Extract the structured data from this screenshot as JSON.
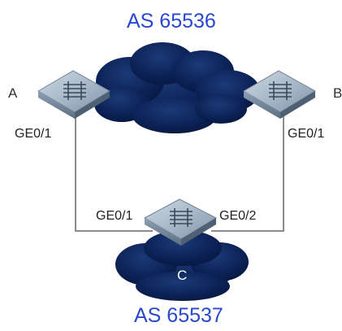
{
  "as_labels": {
    "top": "AS 65536",
    "bottom": "AS 65537"
  },
  "nodes": {
    "a": "A",
    "b": "B",
    "c": "C"
  },
  "ports": {
    "a_port": "GE0/1",
    "b_port": "GE0/1",
    "c_left_port": "GE0/1",
    "c_right_port": "GE0/2"
  },
  "colors": {
    "as_label": "#2a47d0",
    "cloud": "#0a1d4e",
    "switch_body": "#8fa2b4",
    "link": "#8c8c8c"
  },
  "icons": {
    "switch": "layer3-switch-icon",
    "cloud": "network-cloud-icon"
  }
}
